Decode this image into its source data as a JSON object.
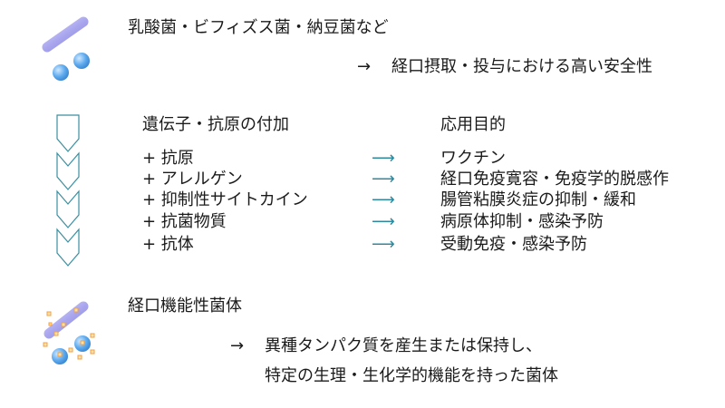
{
  "section1": {
    "title": "乳酸菌・ビフィズス菌・納豆菌など",
    "arrow": "→",
    "note": "経口摂取・投与における高い安全性"
  },
  "section2": {
    "left_header": "遺伝子・抗原の付加",
    "right_header": "応用目的",
    "arrow": "⟶",
    "rows": [
      {
        "gene": "+ 抗原",
        "purpose": "ワクチン"
      },
      {
        "gene": "+ アレルゲン",
        "purpose": "経口免疫寛容・免疫学的脱感作"
      },
      {
        "gene": "+ 抑制性サイトカイン",
        "purpose": "腸管粘膜炎症の抑制・緩和"
      },
      {
        "gene": "+ 抗菌物質",
        "purpose": "病原体抑制・感染予防"
      },
      {
        "gene": "+ 抗体",
        "purpose": "受動免疫・感染予防"
      }
    ]
  },
  "section3": {
    "title": "経口機能性菌体",
    "arrow": "→",
    "line1": "異種タンパク質を産生または保持し、",
    "line2": "特定の生理・生化学的機能を持った菌体"
  },
  "colors": {
    "rod": "#a9a6ee",
    "cocci": "#5aa8ee",
    "chevron": "#3a8fa0",
    "arrow": "#2c8aa0",
    "particles": "#f0a040"
  },
  "icons": [
    "bacteria-rod-icon",
    "bacteria-cocci-icon",
    "chevron-flow-icon",
    "functional-bacteria-icon"
  ]
}
